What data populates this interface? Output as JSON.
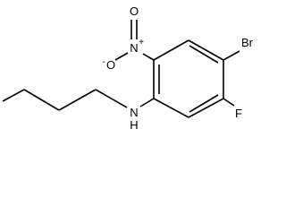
{
  "molecule": {
    "atoms": {
      "bromine": "Br",
      "fluorine": "F",
      "amine_nitrogen": "N",
      "amine_hydrogen": "H",
      "nitro_nitrogen": "N",
      "nitro_positive_charge": "+",
      "nitro_oxygen_double": "O",
      "nitro_oxygen_single": "O",
      "nitro_negative_charge": "-"
    }
  }
}
